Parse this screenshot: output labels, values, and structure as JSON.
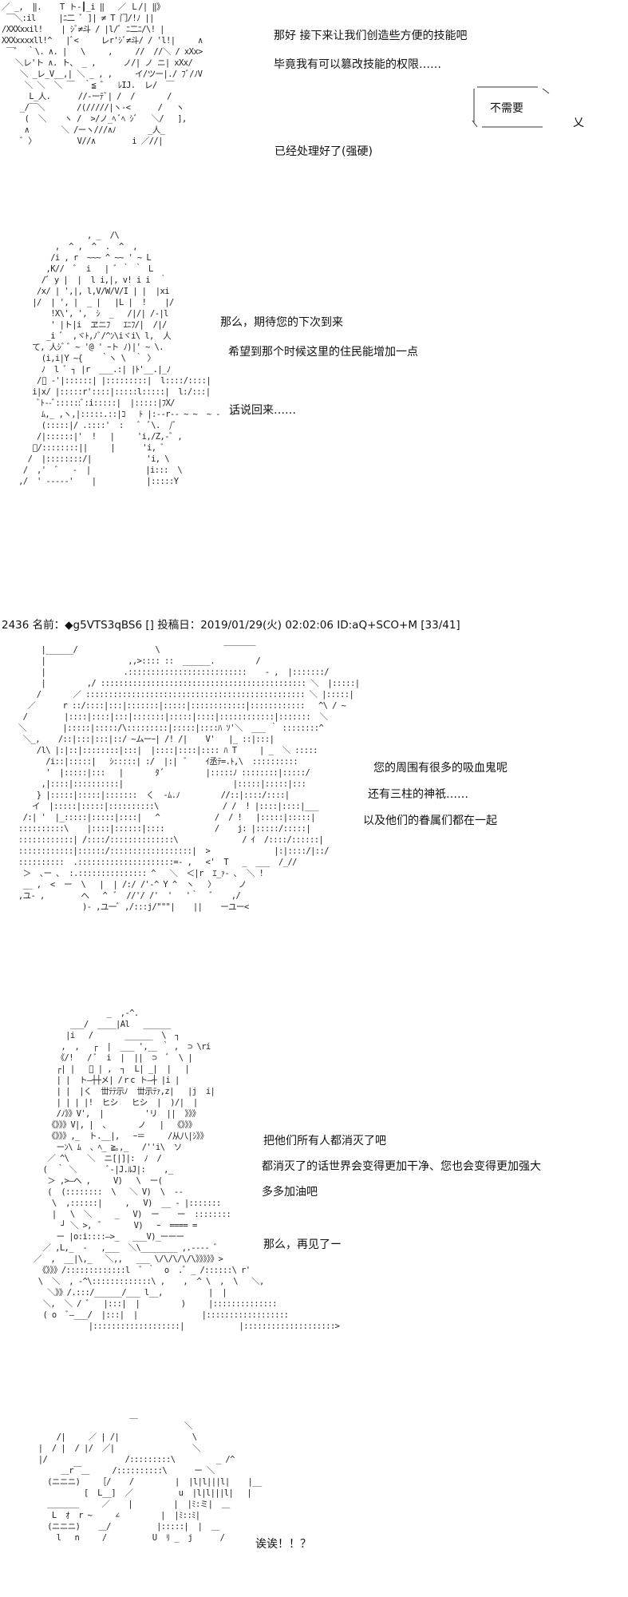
{
  "post_header": "2436 名前：◆g5VTS3qBS6 [] 投稿日：2019/01/29(火) 02:02:06 ID:aQ+SCO+M [33/41]",
  "panel1": {
    "lines": [
      "那好 接下来让我们创造些方便的技能吧",
      "毕竟我有可以篡改技能的权限……",
      "已经处理好了(强硬)"
    ],
    "bubble": "不需要",
    "bubble_side": "乂",
    "aa": "／ _,  ‖.    T ト-┃_i ‖   ／ Ｌ/| ‖》\n ￣＼:il     |ﾆ二 ﾞ ]| ≠ T 门/!ﾉ ||\n/XXXxxil!    | ｼﾞ≠斗 / |l/ﾞ ﾆ二ﾆ/\\! |\nXXXxxxxll!^   |ﾞ<     レr'ｼﾞ≠斗/ / 'l!|     ∧\n ￣ﾞ  ｀\\. ∧. |   \\     ,     //  //＼ / xXx>\n   ＼レ'ト ∧. ト、 _ ,      ノ/| ノ ニ| xXx/\n    ＼ _レ_V__,| ＼ _ , ,     イ/ツー|./ ﾌﾞ/ﾉV\n     ＼ ＼  ＼ ￣  ｀≦ ﾞ   ﾚIJ.  レ/  ￣\n      L_人.      //-ーﾃﾞ| /  /       /\n    _/￣＼       /(/////|ヽ-<      /   ヽ\n     (  ＼    ヽ /  >/ノ_ﾍ ﾞﾍ ｼﾞ   ＼/   ],\n     ∧       ＼ /ーヽ///∧ﾉ       _人_\n    ﾞ 〉         V//∧        i ／//|"
  },
  "panel2": {
    "lines": [
      "那么，期待您的下次到来",
      "希望到那个时候这里的住民能增加一点",
      "话说回来……"
    ],
    "aa": "                  , _  /\\\n           ,  ^ ,  ^  .  ^  ,\n          /i , r  ~~~ ^ ~~ ' ~ L\n         ,K//  ﾞ  i   | ﾞ ｀ ｀ Ｌ\n        /ﾞ y |  |  l i,|, v! i i  ｀\n       /x/ | ',|, l,V/W/V/I | |  |xi\n      |/  | ', |  _ |   |L |  !    |/\n          !X\\', ',  ｼ  _   /|/| /-|l\n          ' |ト|i  ヱニﾌ   ｴﾆﾌ/|  /|/\n         _i ﾞ  ,ヾﾄ,ﾉﾞ/^ﾝ\\iヾi\\ l,  人\n      て, 人ｼﾞ ﾞ ~ '@ ' ｰト ﾉ)|' ~ \\.\n        (i,i|Y ~{    ｀ヽ \\  ｀ 〉\n        ﾉ  l ﾞ ┐ |r  ___.:| |ﾄ'__.|_ﾉ\n       /ﾞ -'|::::::| |:::::::::|  l::::/::::|\n      i|x/ |:::::r'::::|:::::l:::::|  l:/:::|\n       ﾞﾄ--ﾞ::::::ﾞ:i:::::|  |:::::|ﾌX/\n        ﾑ,_ ,ヽ,|:::::.::|ｺ   ﾄ |:--r-- ~ ~  ~ -  ~\n        (:::::|/ .::::'  :   ﾞ  ﾞ\\.  /ﾞ\n       /|::::::|'  !   |     'i,/Z,-ﾞ ,\n      ﾞ/::::::::||     |      'i, ﾞ\n     /  |::::::::/|            'i, \\\n    /  ,'  ﾞ   -  |            |i:::  \\\n   ,/  ' -----'    |           |:::::Y"
  },
  "panel3": {
    "lines": [
      "您的周围有很多的吸血鬼呢",
      "还有三柱的神祇……",
      "以及他们的眷属们都在一起"
    ],
    "aa": "         |______/                 \\              ￣￣￣￣\n         |                  ,,>:::: ::  ______.         /\n         |                 .::::::::::::::::::::::::::    ‐ ,  |:::::::/\n         |         ,/ ::::::::::::::::::::::::::::::::::::::::::::: ＼  |:::::|\n        /       ／ :::::::::::::::::::::::::::::::::::::::::::::::: ＼ |:::::|\n      ／      r ::/::::|:::|:::::::|:::::|::::::::::::|::::::::::::   ^\\ / ~\n     /        |::::|::::|:::|:::::::|:::::|::::|::::::::::::|:::::::  ＼\n    ＼        |:::::|:::::/\\:::::::::|:::::|::::ﾊ ｿ'＼  ___ ｀ ::::::::^\n     ＼_,    /::|:::|:::|::/ ~ムーｰ| /! /|    V'   |_ ::|:::|\n        /l\\ |:|::|::::::::|:::|  |::::|::::|:::: ﾊ T     | _  ＼ :::::\n          /i::|:::::|   ｼ:::::| :/  |:|  ﾞ    ｲ丞ﾃ=.ﾄ,\\  ::::::::::\n          '  |:::::|:::   |       ﾀ ﾞ         |:::::ﾉ ::::::::|:::::/\n         ,|::::|::::::::::|                        |:::::|:::::|:::\n        } |:::::|:::::|:::::::  く  -ﾑ.ﾉ         //::|::::/::::|\n       イ  |:::::|:::::|::::::::::\\              / /  ! |::::|::::|___\n     /:| '  |_:::::|:::::|::::|   ^            /  / !   |:::::|:::::|\n    ::::::::::\\    |::::|::::::|::::           /    j: |:::::/:::::|\n    ::::::::::::| /::::/::::::::::::::\\              / ｲ  /::::/::::::|\n    ::::::::::::|::::::/::::::::::::::::::|  >              |:|::::/|::/\n    ::::::::::  .:::::::::::::::::::::=- ,   <'  T   _  ___  /_//\n     ＞  ､ー ､  :.::::::::::::::: ^   ＼  ＜|r  ｴ_ｧ- ､  ＼ !\n     __ ,  <  ー  \\   |  | /:/ /'-^ Y ^  ヽ   〉     ノ\n    ,ユ- ,        へ   ^  ﾞ  //'/ /'  '   '｀   ﾞ    ,/\n                  )- ,ユ一ﾞ ,/:::j/\"\"\"|    ||    ーユー<"
  },
  "panel4": {
    "lines": [
      "把他们所有人都消灭了吧",
      "都消灭了的话世界会变得更加干净、您也会变得更加强大",
      "多多加油吧",
      "那么，再见了ー"
    ],
    "aa": "                       _  ,-^.\n               ___/  ____|Al   ______\n              |i   /       ______  \\  ┐\n             ,  ,   ┌  |  ___ ',__ ｀ ,  ⊃ \\ri\n            《/!   / ﾞ  i  |  ||  ⊃  ﾞ  \\ |\n            ┌| |   ﾞ | ,  ┐  L| _|  |   |\n            | |  ト―┼┼メ| /ｒc ト―┼ |i |\n            | |  |く  丗ﾃﾃ示ﾉ  丗示ﾃｧ,z|   |j  i|\n            | | | |!  ヒシ   ヒシ  |  )/|  |\n            /ﾉ》》V',  |         'リ  ||  》》》\n          《》》》V|, |  、      ノ   |  《》》》\n          《》》》,_  ト.__|,   ｰ＝     /从八|ｼ》》\n            ーﾝ\\ ﾑ  、ﾍ_ ≧｡,_   /''i\\  ソ\n          ／ ^\\    ＼  ニ[|]|:  ﾉ  /\n         (  ｀ ＼       ﾞ-|J.ﾙJ|:    ,_\n          ＞ ,>―へ ,     V)   \\  ー(\n          (  (::::::::  \\   ＼ V)  \\  ‐-\n           \\  ,::::::|     ,   V)  __ - |:::::::\n           |   \\  ＼     _   V)  ー    ー  ::::::::\n             ┘ ＼ >,  ﾞ       V)   ｰ  ==== =\n            ー |o:i::::―>_   ___V)_ーーー\n         ／ ,L,_  ‐   ,___  ＼\\________ ,.---- ﾞ\n       ／  ,  __|\\,_   ＼,,   ___ \\/\\/\\/\\/\\》》》》》>\n        《》》》/:::::::::::::l  ﾞ ｀  o  .ﾞ _ /::::::\\ r'\n        \\  ＼  , -^\\:::::::::::::\\ ,    ,  ^ \\  ,  \\   ＼,\n          ＼》》/.:::/______/___ l__,          |  |\n         ＼,  ＼ / ﾞ   |:::|  |         )     |::::::::::::::\n         ( o  ﾞ―___/  |:::|  |              |::::::::::::::::::\n                   |:::::::::::::::::::|            |::::::::::::::::::::>"
  },
  "panel5": {
    "lines": [
      "诶诶！！？"
    ],
    "aa": "                            ＿\n                                        ＼\n            /|     ／ | /|                \\\n        |  / |  / |/  ／|                 ＼\n        |/                 /:::::::::\\         _ /^\n             ＿r￣＿     /::::::::::\\      ー ＼\n          (ニニニ)    ［/    /         |  |l|l|||l|    |__\n                  [  L__]  ／          u  |l|l|||l|   |\n          ＿＿＿＿     ／    |         |  |ﾐ:ミ|  ＿\n           L  ｵ  r ~     ∠         |  |ﾐ::ﾐ|\n          (ニニニ)    ＿/          |:::::|  |  ＿\n            l   n     /          U  ﾘ _  j      /"
  }
}
